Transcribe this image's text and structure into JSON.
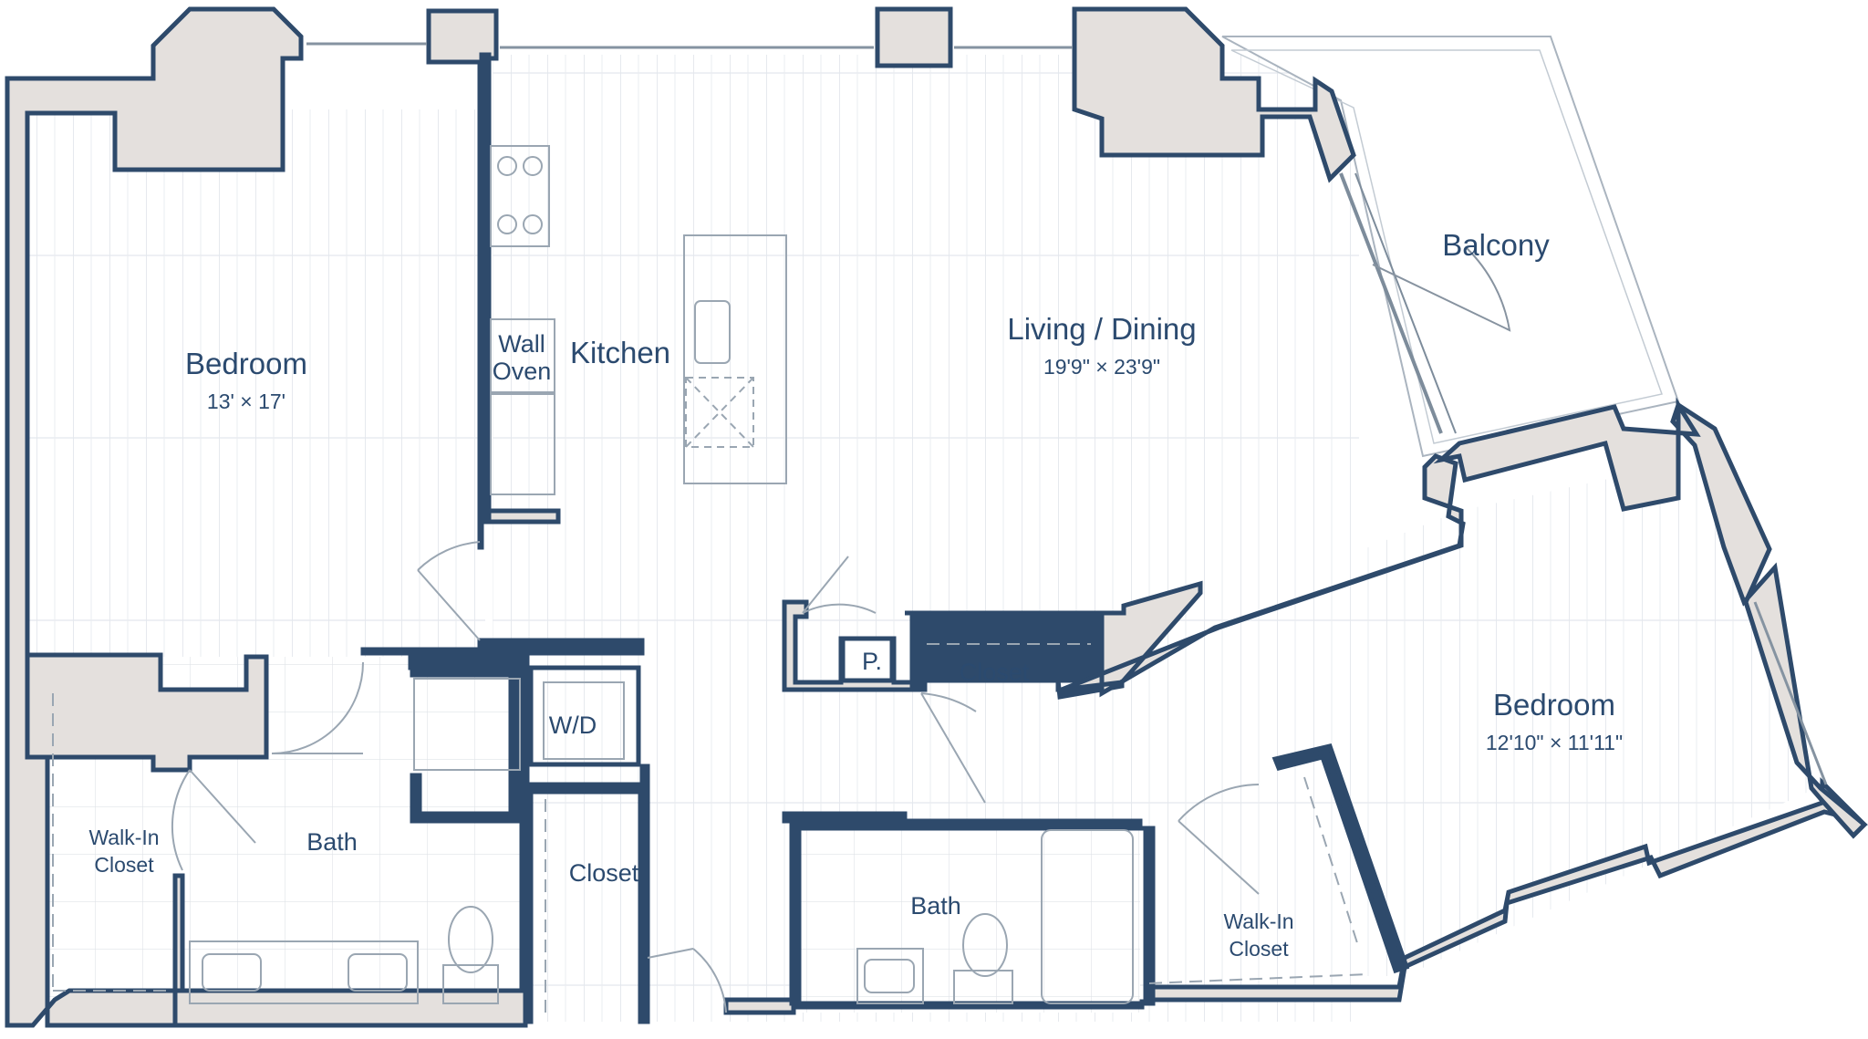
{
  "colors": {
    "wall_stroke": "#2e4a6b",
    "wall_fill": "#e4e0dd",
    "floor_line": "#d9dee4",
    "fixture_line": "#9aa6b2",
    "text": "#2b4a6f",
    "background": "#ffffff"
  },
  "rooms": {
    "bedroom_1": {
      "name": "Bedroom",
      "dims": "13' × 17'"
    },
    "kitchen": {
      "name": "Kitchen"
    },
    "wall_oven": {
      "line1": "Wall",
      "line2": "Oven"
    },
    "living_dining": {
      "name": "Living / Dining",
      "dims": "19'9\" × 23'9\""
    },
    "balcony": {
      "name": "Balcony"
    },
    "bedroom_2": {
      "name": "Bedroom",
      "dims": "12'10\" × 11'11\""
    },
    "walk_in_closet_1": {
      "line1": "Walk-In",
      "line2": "Closet"
    },
    "bath_1": {
      "name": "Bath"
    },
    "wd": {
      "name": "W/D"
    },
    "closet_hall": {
      "name": "Closet"
    },
    "pantry": {
      "name": "P."
    },
    "closet_center": {
      "name": "Closet"
    },
    "bath_2": {
      "name": "Bath"
    },
    "walk_in_closet_2": {
      "line1": "Walk-In",
      "line2": "Closet"
    }
  }
}
